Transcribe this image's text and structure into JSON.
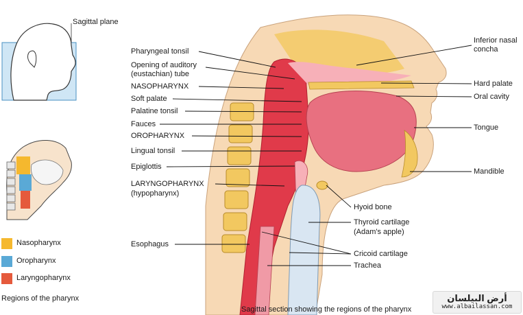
{
  "head_inset": {
    "label": "Sagittal plane"
  },
  "main_labels_left": {
    "pharyngeal_tonsil": "Pharyngeal tonsil",
    "auditory_tube_1": "Opening of auditory",
    "auditory_tube_2": "(eustachian) tube",
    "nasopharynx": "NASOPHARYNX",
    "soft_palate": "Soft palate",
    "palatine_tonsil": "Palatine tonsil",
    "fauces": "Fauces",
    "oropharynx": "OROPHARYNX",
    "lingual_tonsil": "Lingual tonsil",
    "epiglottis": "Epiglottis",
    "laryngopharynx_1": "LARYNGOPHARYNX",
    "laryngopharynx_2": "(hypopharynx)",
    "esophagus": "Esophagus"
  },
  "main_labels_right": {
    "inferior_nasal_1": "Inferior nasal",
    "inferior_nasal_2": "concha",
    "hard_palate": "Hard palate",
    "oral_cavity": "Oral cavity",
    "tongue": "Tongue",
    "mandible": "Mandible",
    "hyoid_bone": "Hyoid bone",
    "thyroid_1": "Thyroid cartilage",
    "thyroid_2": "(Adam's apple)",
    "cricoid": "Cricoid cartilage",
    "trachea": "Trachea"
  },
  "legend": {
    "items": [
      {
        "label": "Nasopharynx",
        "color": "#f5b82e"
      },
      {
        "label": "Oropharynx",
        "color": "#5aa9d6"
      },
      {
        "label": "Laryngopharynx",
        "color": "#e55a3c"
      }
    ],
    "title": "Regions of the pharynx"
  },
  "caption": "Sagittal section showing the regions of the pharynx",
  "watermark": {
    "arabic": "أرض البيلسان",
    "url": "www.albailassan.com"
  },
  "colors": {
    "skin": "#f7d9b5",
    "pharynx_dark": "#e03a4a",
    "pharynx_light": "#f7b0b8",
    "bone": "#f2c860",
    "tongue": "#e87080",
    "cartilage": "#d9e6f2"
  }
}
